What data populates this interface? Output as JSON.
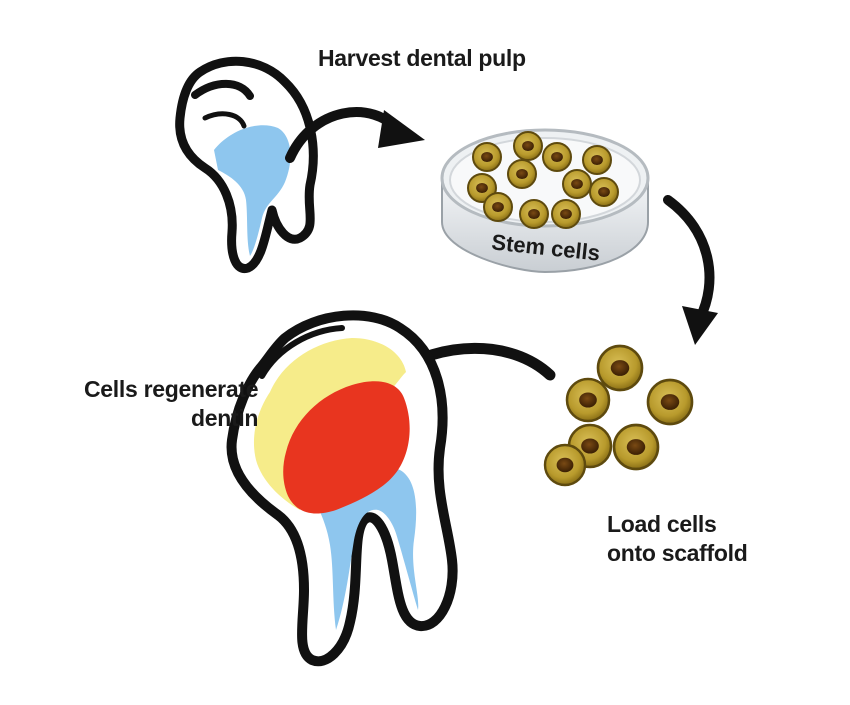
{
  "steps": {
    "harvest": "Harvest dental pulp",
    "stem_cells": "Stem cells",
    "load_line1": "Load cells",
    "load_line2": "onto scaffold",
    "regen_line1": "Cells regenerate",
    "regen_line2": "dentin"
  },
  "colors": {
    "outline": "#111111",
    "pulp_blue": "#8ec6ee",
    "new_dentin_red": "#e8351f",
    "dentin_yellow": "#f6ec8a",
    "cell_body": "#b89a2c",
    "cell_nucleus": "#4a2a08",
    "dish_rim": "#cfd4d8"
  },
  "icons": [
    "tooth-icon",
    "petri-dish-icon",
    "stem-cell-icon",
    "curved-arrow-icon"
  ]
}
